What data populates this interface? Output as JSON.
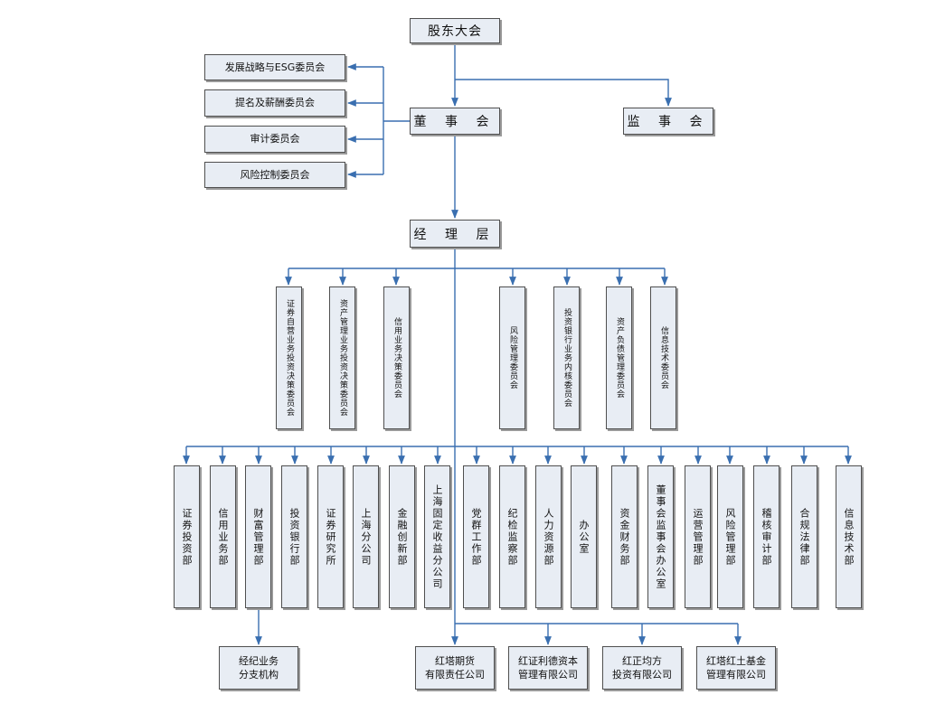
{
  "diagram": {
    "shareholders": "股东大会",
    "board": "董 事 会",
    "supervisory": "监 事 会",
    "management": "经 理 层",
    "board_committees": [
      "发展战略与ESG委员会",
      "提名及薪酬委员会",
      "审计委员会",
      "风险控制委员会"
    ],
    "mgmt_committees": [
      "证券自营业务投资决策委员会",
      "资产管理业务投资决策委员会",
      "信用业务决策委员会",
      "风险管理委员会",
      "投资银行业务内核委员会",
      "资产负债管理委员会",
      "信息技术委员会"
    ],
    "departments": [
      "证券投资部",
      "信用业务部",
      "财富管理部",
      "投资银行部",
      "证券研究所",
      "上海分公司",
      "金融创新部",
      "上海固定收益分公司",
      "党群工作部",
      "纪检监察部",
      "人力资源部",
      "办公室",
      "资金财务部",
      "董事会监事会办公室",
      "运营管理部",
      "风险管理部",
      "稽核审计部",
      "合规法律部",
      "信息技术部"
    ],
    "branches": {
      "line1": "经纪业务",
      "line2": "分支机构"
    },
    "subsidiaries": [
      {
        "line1": "红塔期货",
        "line2": "有限责任公司"
      },
      {
        "line1": "红证利德资本",
        "line2": "管理有限公司"
      },
      {
        "line1": "红正均方",
        "line2": "投资有限公司"
      },
      {
        "line1": "红塔红土基金",
        "line2": "管理有限公司"
      }
    ],
    "colors": {
      "line": "#3a6fb0",
      "box_fill": "#e8edf4",
      "box_border": "#4f4f4f"
    }
  }
}
